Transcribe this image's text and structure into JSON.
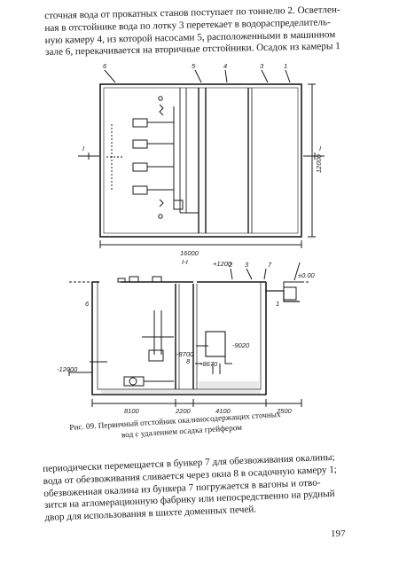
{
  "top_paragraph": {
    "lines": [
      "сточная вода от прокатных станов поступает по тоннелю 2. Осветлен-",
      "ная в отстойнике вода по лотку 3 перетекает в водораспределитель-",
      "ную камеру 4, из которой насосами 5, расположенными в машинном",
      "зале 6, перекачивается на вторичные отстойники. Осадок из камеры 1"
    ]
  },
  "figure": {
    "plan_labels": {
      "n6": "6",
      "n5": "5",
      "n4": "4",
      "n3": "3",
      "n1": "1",
      "cut_left": "I",
      "cut_right": "I",
      "width": "16000",
      "height": "12000"
    },
    "section_title": "I-I",
    "section_labels": {
      "elev_top": "+1200",
      "elev_right": "±0.00",
      "n2": "2",
      "n3": "3",
      "n7": "7",
      "n6": "6",
      "n8": "8",
      "n1": "1",
      "elev_left": "-12000",
      "elev_a": "-8700",
      "elev_b": "-8670",
      "elev_c": "-9020",
      "dim_1": "8100",
      "dim_2": "2200",
      "dim_3": "4100",
      "dim_4": "2500"
    }
  },
  "caption": {
    "lines": [
      "Рис. 09.  Первичный отстойник окалиносодержащих сточных",
      "вод с удалением осадка грейфером"
    ]
  },
  "bottom_paragraph": {
    "lines": [
      "периодически перемещается в бункер 7 для обезвоживания окалины;",
      "вода от обезвоживания сливается через окна 8 в осадочную камеру 1;",
      "обезвоженная окалина из бункера 7 погружается в вагоны и отво-",
      "зится на агломерационную фабрику или непосредственно на рудный",
      "двор для использования в шихте доменных печей."
    ]
  },
  "page_number": "197"
}
